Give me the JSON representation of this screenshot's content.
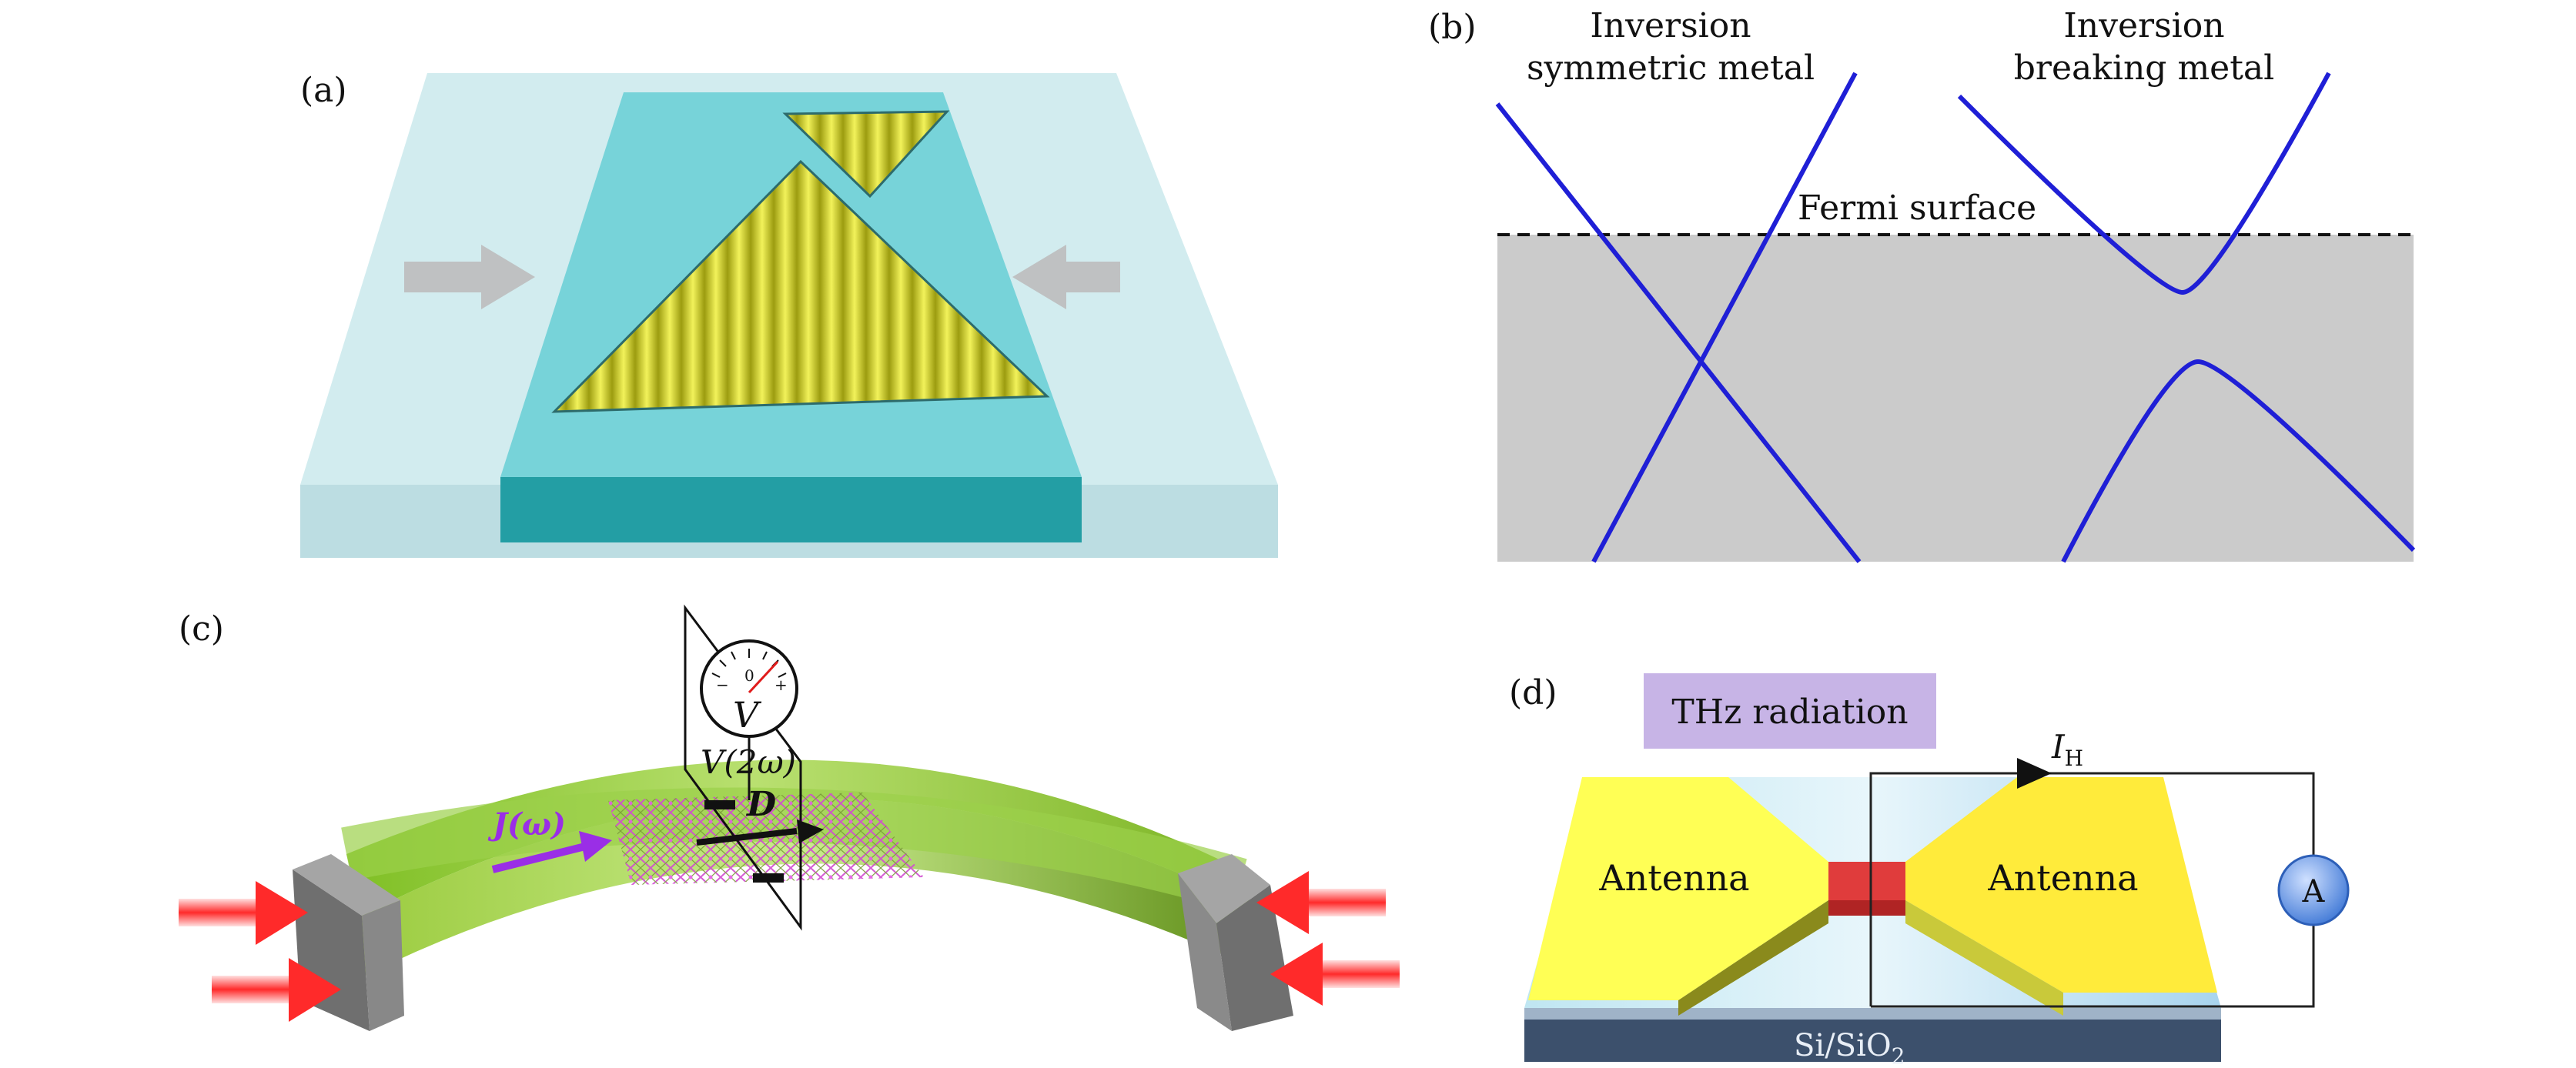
{
  "panels": {
    "a": {
      "label": "(a)"
    },
    "b": {
      "label": "(b)",
      "left_title_1": "Inversion",
      "left_title_2": "symmetric metal",
      "right_title_1": "Inversion",
      "right_title_2": "breaking metal",
      "fermi_label": "Fermi surface"
    },
    "c": {
      "label": "(c)",
      "voltmeter_symbol": "V",
      "voltage_label": "V(2ω)",
      "current_label": "J(ω)",
      "field_label": "D",
      "meter_zero": "0",
      "meter_minus": "−",
      "meter_plus": "+"
    },
    "d": {
      "label": "(d)",
      "radiation_label": "THz radiation",
      "left_antenna": "Antenna",
      "right_antenna": "Antenna",
      "ammeter": "A",
      "current_label": "I",
      "current_sub": "H",
      "substrate_label": "Si/SiO",
      "substrate_sub": "2"
    }
  },
  "colors": {
    "band_line": "#1f1fd6",
    "fermi_sea": "#cbcbcb",
    "substrate_light": "#cfe8ec",
    "substrate_teal": "#6fd0d6",
    "ripple_yellow": "#d8d820",
    "green_film": "#8fca2e",
    "antenna_yellow": "#ffff55",
    "gap_red": "#d93a3a",
    "radiation_box": "#c7b4e6",
    "ammeter_blue": "#6a9ee8",
    "arrow_red": "#ff3030",
    "arrow_purple": "#9a2ee6"
  }
}
